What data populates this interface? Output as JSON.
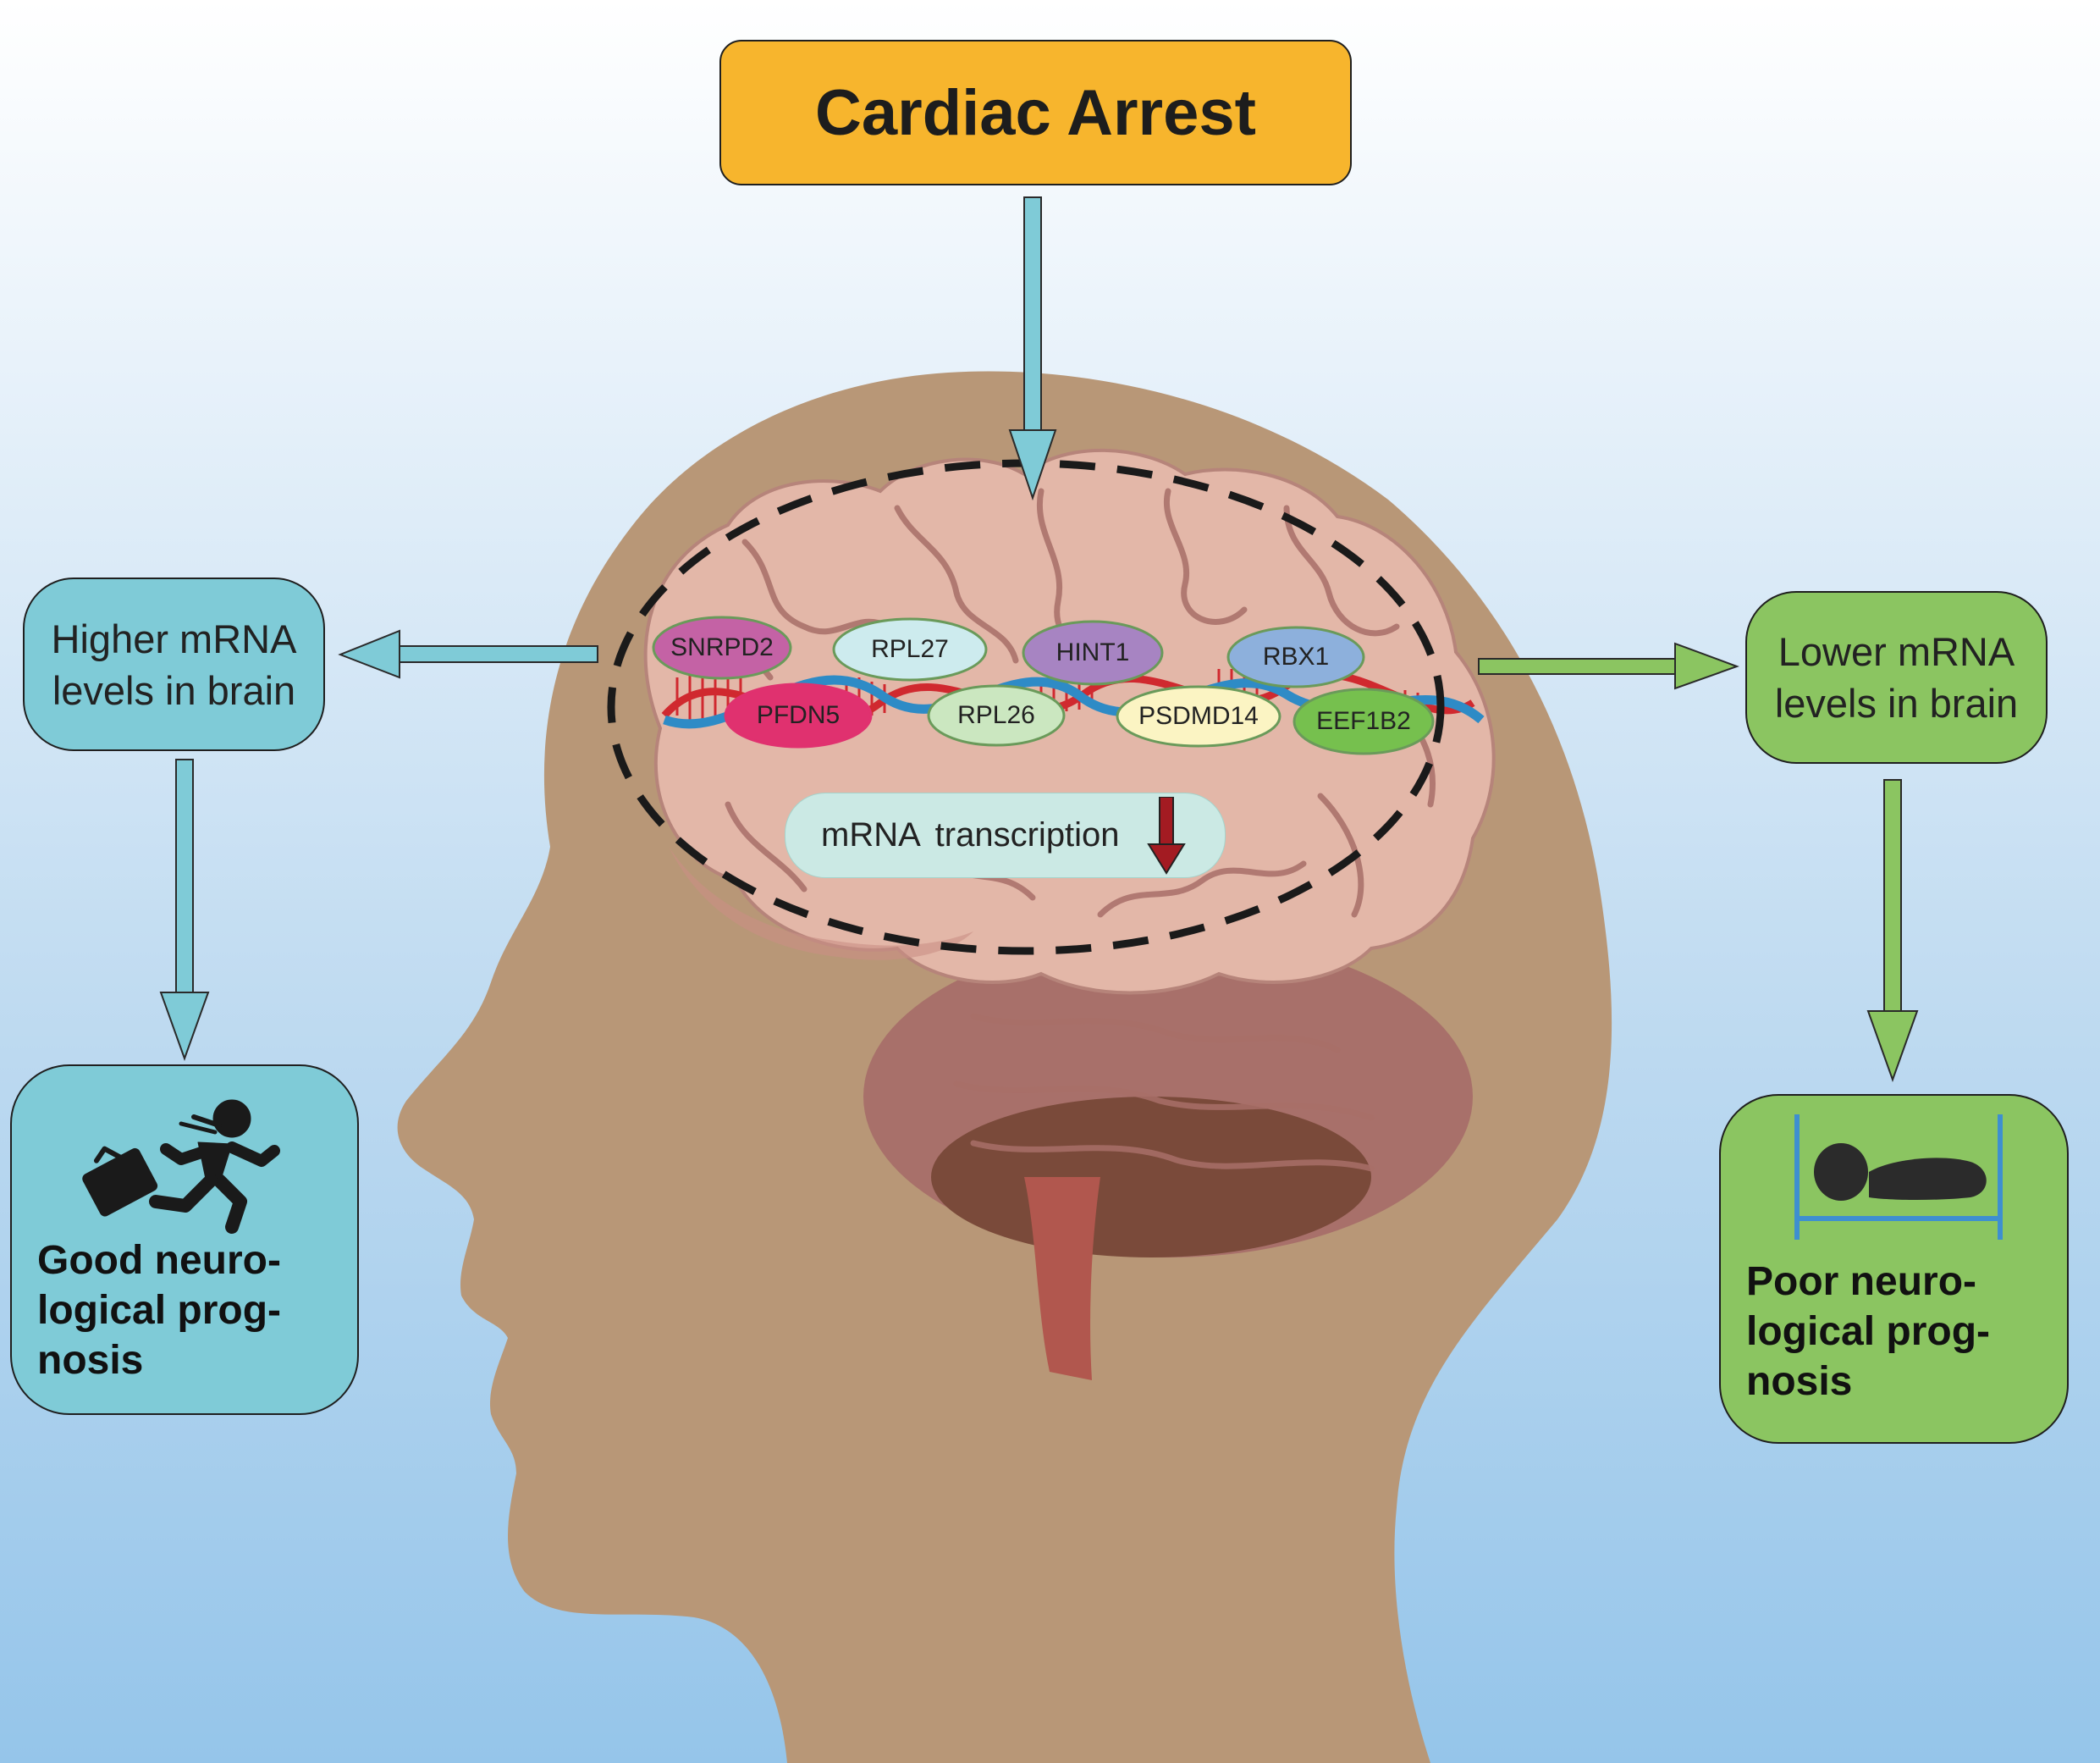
{
  "title": "Cardiac Arrest",
  "left_branch": {
    "label": "Higher mRNA\nlevels in brain",
    "outcome": "Good neuro-\nlogical prog-\nnosis",
    "color": "#7fcbd7",
    "icon": "running-person-with-briefcase-icon"
  },
  "right_branch": {
    "label": "Lower mRNA\nlevels in brain",
    "outcome": "Poor neuro-\nlogical prog-\nnosis",
    "color": "#8bc561",
    "icon": "person-lying-in-bed-icon"
  },
  "brain_center": {
    "process_label": "mRNA  transcription",
    "process_icon": "down-arrow-icon"
  },
  "genes": [
    {
      "name": "SNRPD2",
      "color": "#c462a5"
    },
    {
      "name": "RPL27",
      "color": "#cdebee"
    },
    {
      "name": "HINT1",
      "color": "#a784c2"
    },
    {
      "name": "RBX1",
      "color": "#8db0dc"
    },
    {
      "name": "PFDN5",
      "color": "#e0316f"
    },
    {
      "name": "RPL26",
      "color": "#cbe7c0"
    },
    {
      "name": "PSDMD14",
      "color": "#fbf4c3"
    },
    {
      "name": "EEF1B2",
      "color": "#76c04e"
    }
  ],
  "colors": {
    "title_box": "#f7b52d",
    "head": "#b89777",
    "brain": "#e3b7a8",
    "blue_arrow": "#7fcbd7",
    "green_arrow": "#8bc561"
  }
}
